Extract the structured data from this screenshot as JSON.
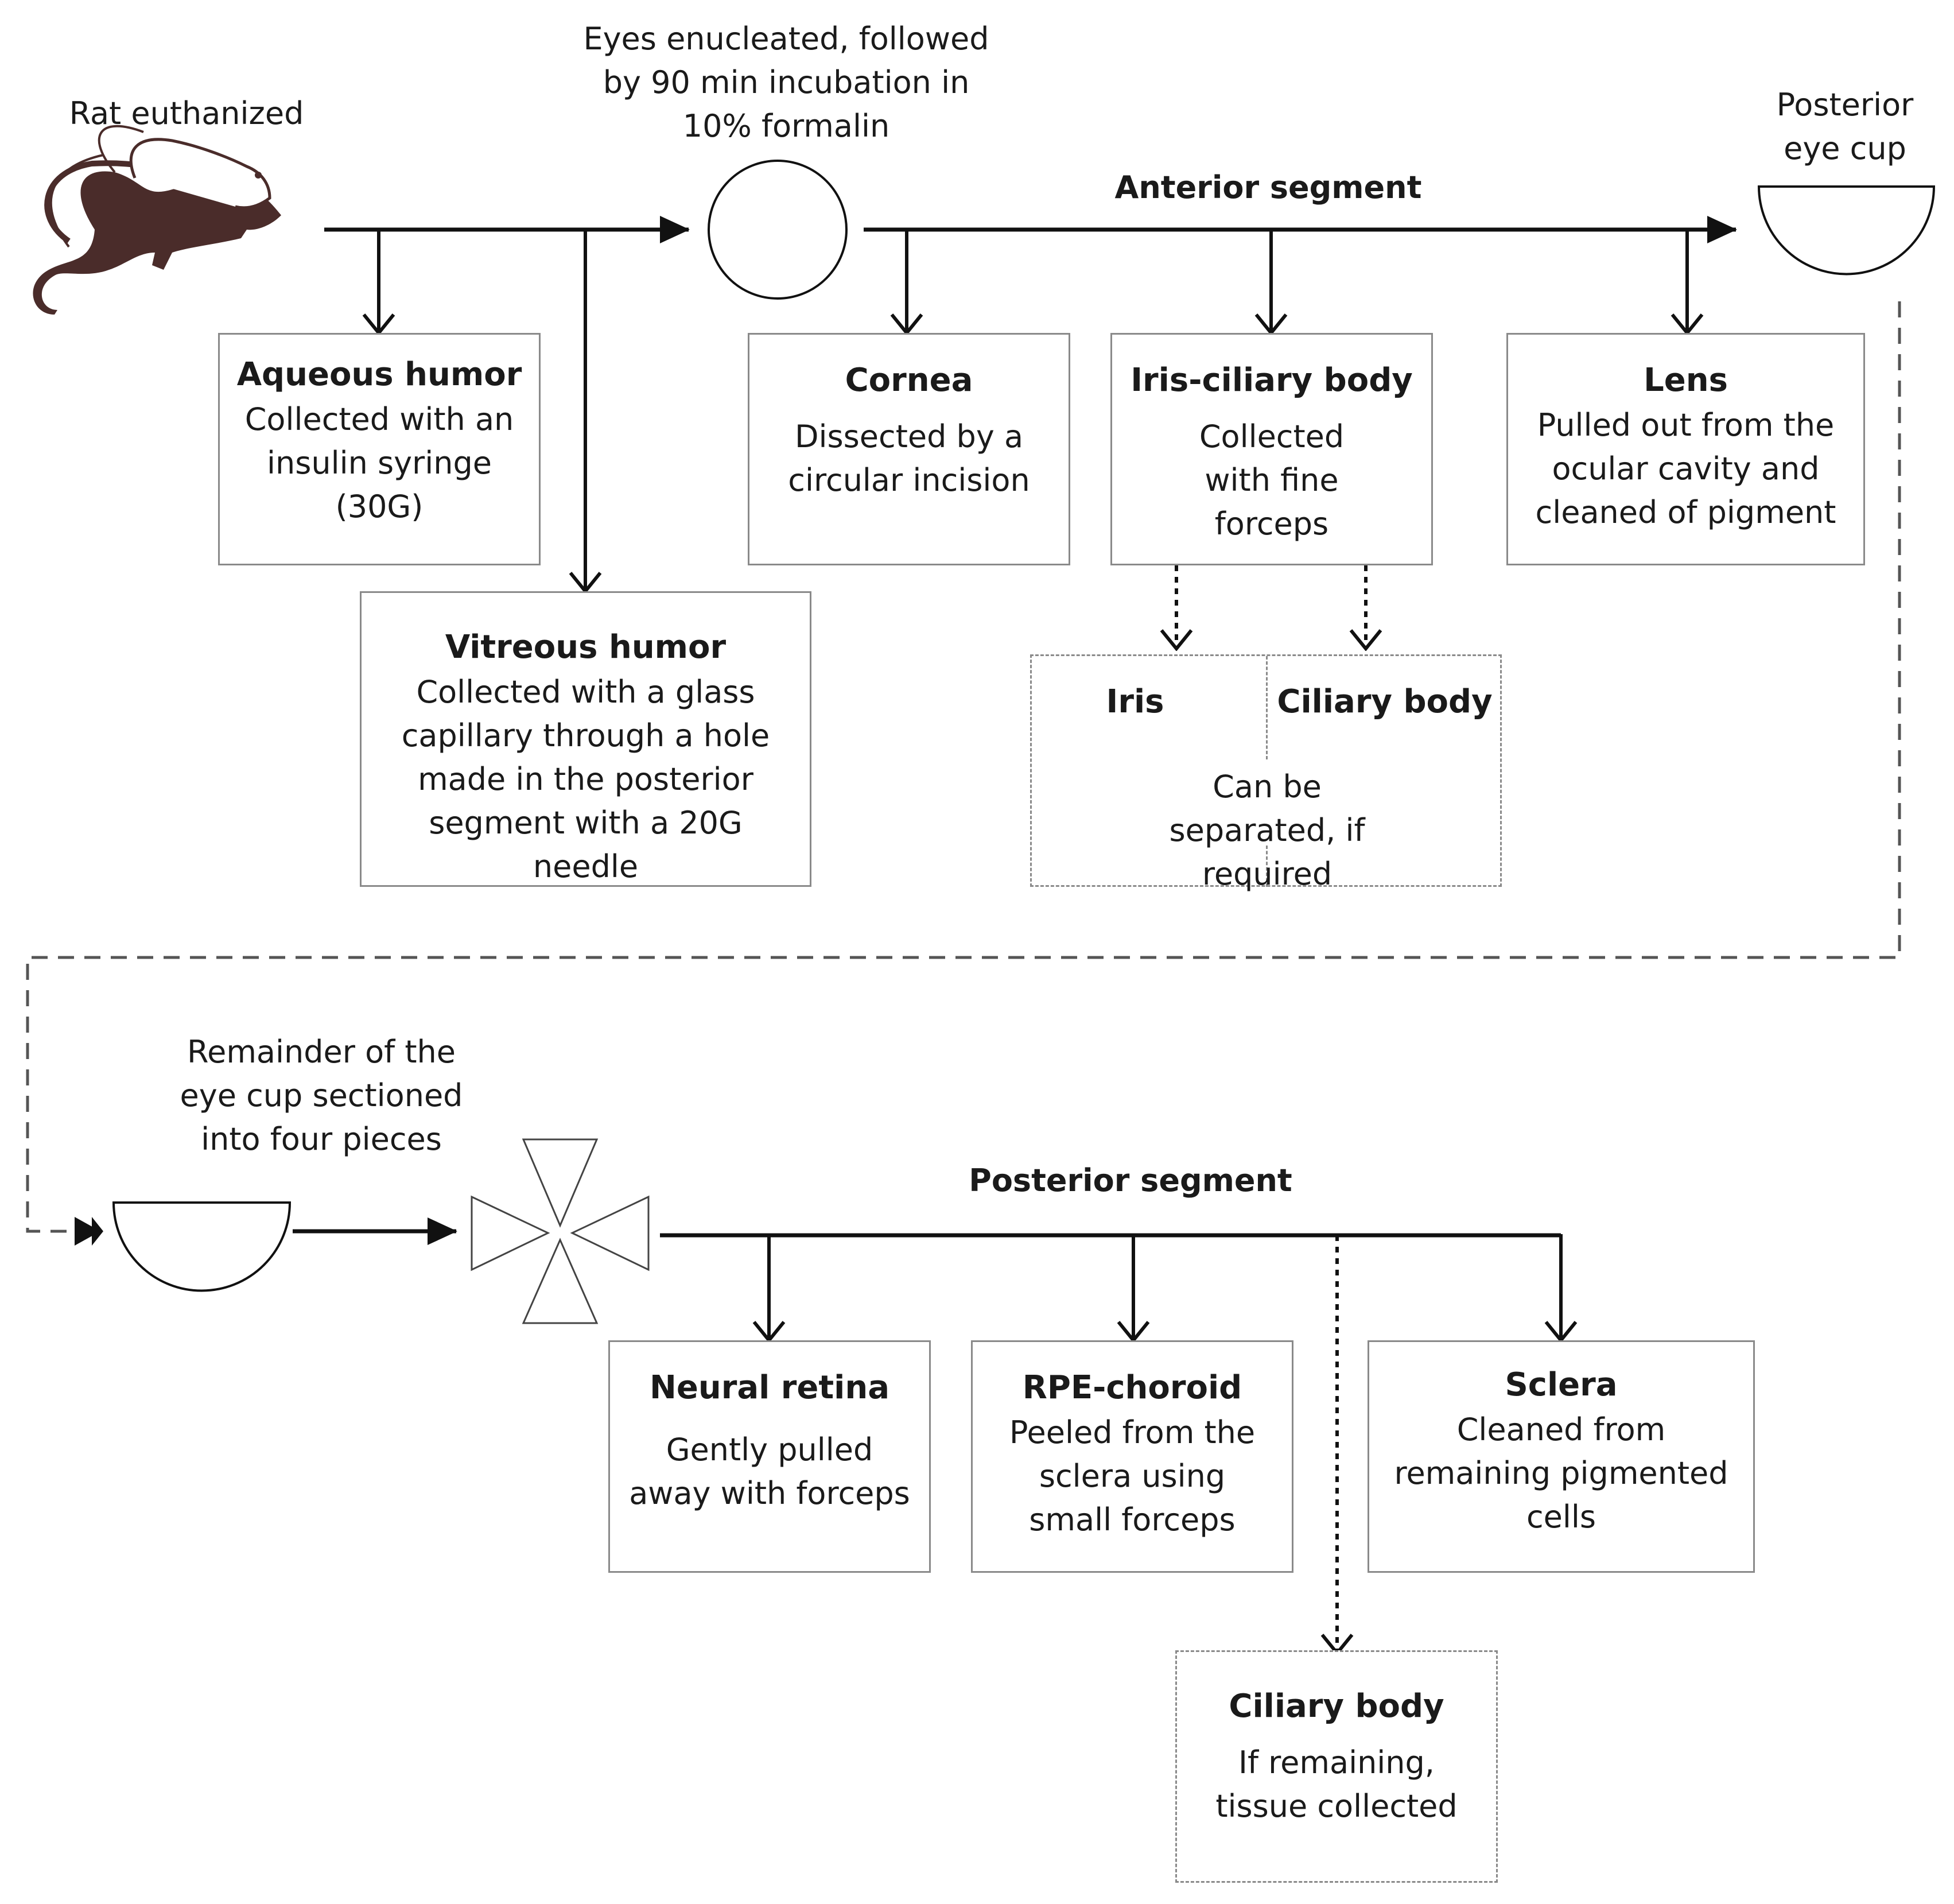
{
  "labels": {
    "rat": "Rat euthanized",
    "eyes": "Eyes enucleated, followed by 90 min incubation in 10% formalin",
    "posterior_cup": "Posterior eye cup",
    "remainder": "Remainder of the eye cup sectioned into four pieces",
    "anterior_segment": "Anterior segment",
    "posterior_segment": "Posterior segment"
  },
  "boxes": {
    "aqueous": {
      "title": "Aqueous humor",
      "body": "Collected with an insulin syringe (30G)"
    },
    "vitreous": {
      "title": "Vitreous humor",
      "body": "Collected with a glass capillary through a hole made in the posterior segment with a 20G needle"
    },
    "cornea": {
      "title": "Cornea",
      "body": "Dissected by a circular incision"
    },
    "iris_ciliary": {
      "title": "Iris-ciliary body",
      "body": "Collected with fine forceps"
    },
    "lens": {
      "title": "Lens",
      "body": "Pulled out from the ocular cavity and cleaned of pigment"
    },
    "separation": {
      "iris": "Iris",
      "ciliary": "Ciliary body",
      "body": "Can be separated, if required"
    },
    "neural_retina": {
      "title": "Neural retina",
      "body": "Gently pulled away with forceps"
    },
    "rpe_choroid": {
      "title": "RPE-choroid",
      "body": "Peeled from the sclera using small forceps"
    },
    "sclera": {
      "title": "Sclera",
      "body": "Cleaned from remaining pigmented cells"
    },
    "ciliary_remaining": {
      "title": "Ciliary body",
      "body": "If remaining, tissue collected"
    }
  },
  "colors": {
    "line": "#111111",
    "box_border": "#8a8a8a",
    "rat_dark": "#4a2c2a"
  }
}
